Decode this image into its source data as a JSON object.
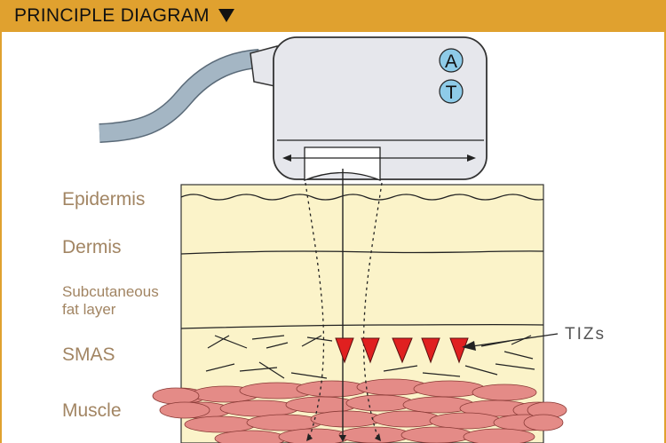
{
  "header": {
    "title": "PRINCIPLE  DIAGRAM",
    "icon": "triangle-down-icon"
  },
  "device": {
    "button_a": "A",
    "button_t": "T",
    "button_color": "#8ecbe8"
  },
  "layers": {
    "epidermis": "Epidermis",
    "dermis": "Dermis",
    "subcutaneous_line1": "Subcutaneous",
    "subcutaneous_line2": "fat layer",
    "smas": "SMAS",
    "muscle": "Muscle"
  },
  "callout": {
    "tizs": "TIZs"
  },
  "colors": {
    "header": "#e0a12f",
    "skin": "#fbf3c9",
    "label": "#a28563",
    "tiz": "#e02020",
    "muscle": "#e48b87",
    "device": "#e6e7ec",
    "cable": "#a4b6c4"
  }
}
